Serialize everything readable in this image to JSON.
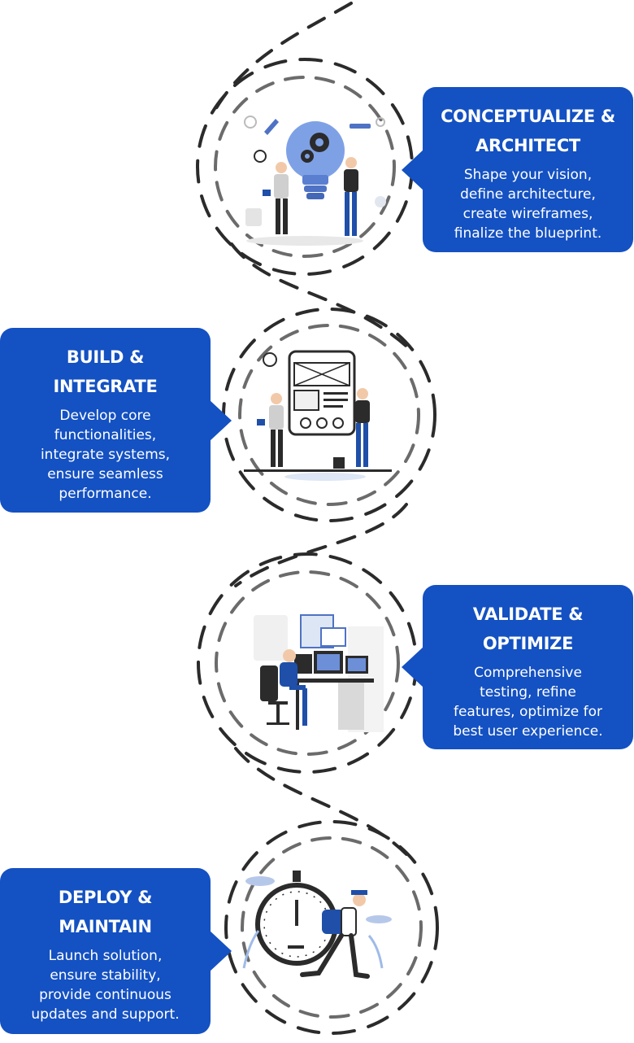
{
  "steps": [
    {
      "title": "CONCEPTUALIZE &\nARCHITECT",
      "description": "Shape your vision,\ndefine architecture,\ncreate wireframes,\nfinalize the blueprint.",
      "illustration": "lightbulb-gears-icon"
    },
    {
      "title": "BUILD &\nINTEGRATE",
      "description": "Develop core\nfunctionalities,\nintegrate systems,\nensure seamless\nperformance.",
      "illustration": "wireframe-board-icon"
    },
    {
      "title": "VALIDATE &\nOPTIMIZE",
      "description": "Comprehensive\ntesting, refine\nfeatures, optimize for\nbest user experience.",
      "illustration": "developer-desk-icon"
    },
    {
      "title": "DEPLOY &\nMAINTAIN",
      "description": "Launch solution,\nensure stability,\nprovide continuous\nupdates and support.",
      "illustration": "stopwatch-runner-icon"
    }
  ],
  "colors": {
    "card": "#1451c2",
    "card_text": "#ffffff",
    "dash_dark": "#2b2b2b",
    "dash_light": "#6b6b6b",
    "accent_blue": "#1f4fa8",
    "light_blue": "#9fbbe8"
  }
}
